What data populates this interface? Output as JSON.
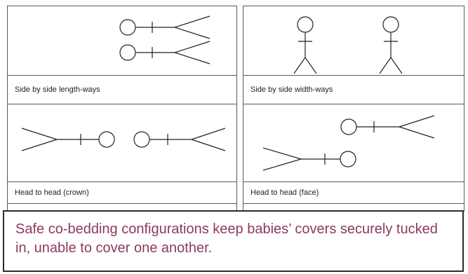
{
  "diagram": {
    "cells": [
      {
        "id": "length-ways",
        "label": "Side by side length-ways"
      },
      {
        "id": "width-ways",
        "label": "Side by side width-ways"
      },
      {
        "id": "crown",
        "label": "Head to head (crown)"
      },
      {
        "id": "face",
        "label": "Head to head (face)"
      }
    ],
    "caption": "Safe co-bedding configurations keep babies’ covers securely tucked in, unable to cover one another.",
    "colors": {
      "line": "#222222",
      "border": "#5a5a5a",
      "caption_text": "#8b3a62"
    }
  }
}
